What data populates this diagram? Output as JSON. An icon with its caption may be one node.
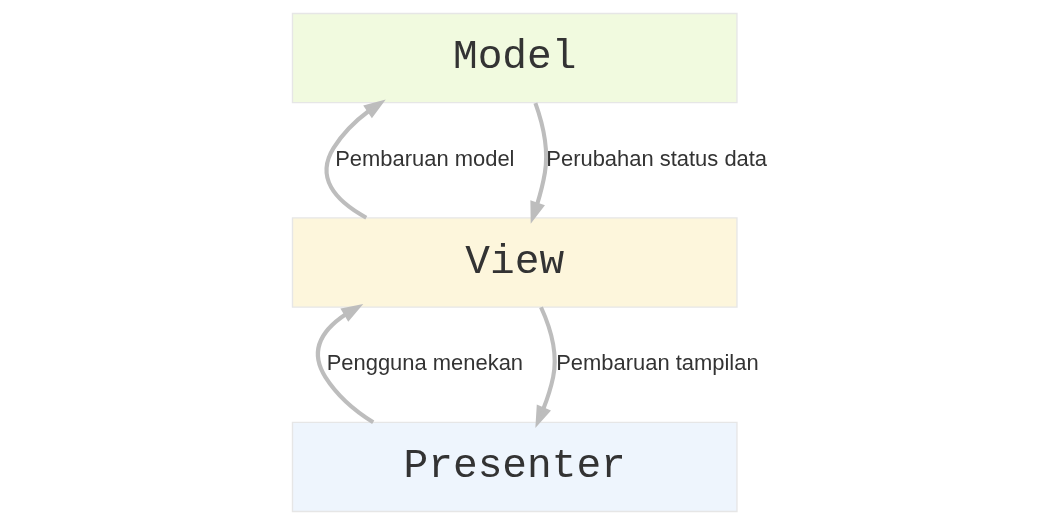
{
  "diagram": {
    "nodes": [
      {
        "text": [
          "Presenter"
        ]
      },
      {
        "text": [
          "View"
        ]
      },
      {
        "text": [
          "Model"
        ]
      }
    ],
    "edges": [
      {
        "from": 1,
        "to": 0,
        "arrow": "to",
        "label": "Pembaruan tampilan"
      },
      {
        "from": 0,
        "to": 1,
        "arrow": "to",
        "label": "Pengguna menekan"
      },
      {
        "from": 2,
        "to": 1,
        "arrow": "to",
        "label": "Perubahan status data"
      },
      {
        "from": 1,
        "to": 2,
        "arrow": "to",
        "label": "Pembaruan model"
      }
    ]
  }
}
